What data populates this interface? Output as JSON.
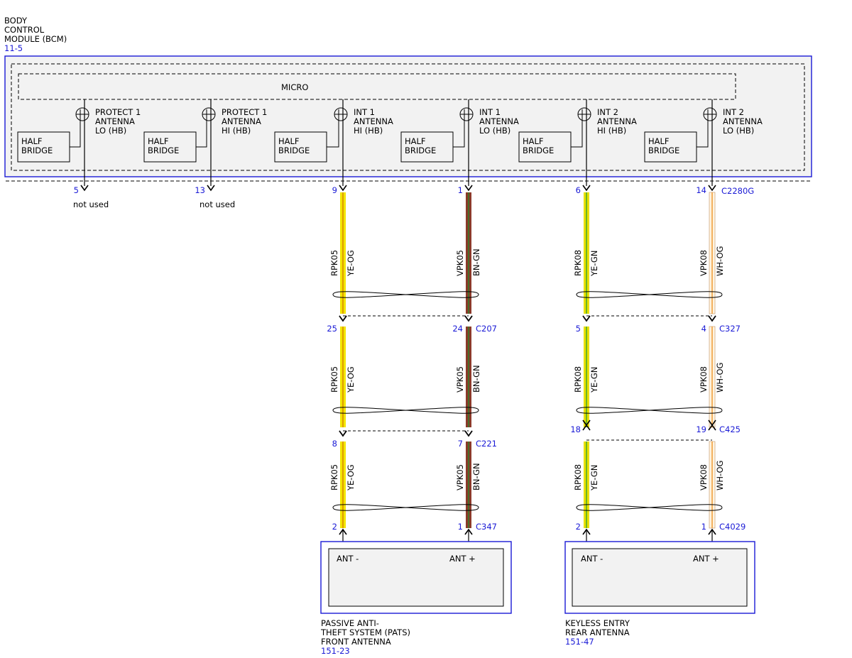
{
  "colors": {
    "blue": "#1a1ad6",
    "ye_og_main": "#f3e500",
    "ye_og_stripe": "#d98c00",
    "bn_gn_main": "#8b3a2a",
    "bn_gn_stripe": "#3a7a2a",
    "ye_gn_main": "#e8e000",
    "ye_gn_stripe": "#4caa2a",
    "wh_og_main": "#fff4e0",
    "wh_og_stripe": "#f0a040",
    "module_fill": "#f2f2f2"
  },
  "bcm": {
    "title_lines": [
      "BODY",
      "CONTROL",
      "MODULE (BCM)"
    ],
    "ref": "11-5",
    "micro_label": "MICRO",
    "half_bridge_lines": [
      "HALF",
      "BRIDGE"
    ],
    "circuits": [
      {
        "lines": [
          "PROTECT 1",
          "ANTENNA",
          "LO (HB)"
        ],
        "pin": "5",
        "note": "not used"
      },
      {
        "lines": [
          "PROTECT 1",
          "ANTENNA",
          "HI (HB)"
        ],
        "pin": "13",
        "note": "not used"
      },
      {
        "lines": [
          "INT 1",
          "ANTENNA",
          "HI (HB)"
        ],
        "pin": "9"
      },
      {
        "lines": [
          "INT 1",
          "ANTENNA",
          "LO (HB)"
        ],
        "pin": "1"
      },
      {
        "lines": [
          "INT 2",
          "ANTENNA",
          "HI (HB)"
        ],
        "pin": "6"
      },
      {
        "lines": [
          "INT 2",
          "ANTENNA",
          "LO (HB)"
        ],
        "pin": "14"
      }
    ],
    "connector": "C2280G"
  },
  "left_harness": {
    "wires": [
      {
        "circuit": "RPK05",
        "color": "YE-OG"
      },
      {
        "circuit": "VPK05",
        "color": "BN-GN"
      }
    ],
    "junctions": [
      {
        "pins": [
          "25",
          "24"
        ],
        "connector": "C207"
      },
      {
        "pins": [
          "8",
          "7"
        ],
        "connector": "C221"
      },
      {
        "pins": [
          "2",
          "1"
        ],
        "connector": "C347"
      }
    ]
  },
  "right_harness": {
    "wires": [
      {
        "circuit": "RPK08",
        "color": "YE-GN"
      },
      {
        "circuit": "VPK08",
        "color": "WH-OG"
      }
    ],
    "junctions": [
      {
        "pins": [
          "5",
          "4"
        ],
        "connector": "C327"
      },
      {
        "pins": [
          "18",
          "19"
        ],
        "connector": "C425"
      },
      {
        "pins": [
          "2",
          "1"
        ],
        "connector": "C4029"
      }
    ]
  },
  "pats": {
    "title_lines": [
      "PASSIVE ANTI-",
      "THEFT SYSTEM (PATS)",
      "FRONT ANTENNA"
    ],
    "ref": "151-23",
    "ant_minus": "ANT -",
    "ant_plus": "ANT +"
  },
  "keyless": {
    "title_lines": [
      "KEYLESS ENTRY",
      "REAR ANTENNA"
    ],
    "ref": "151-47",
    "ant_minus": "ANT -",
    "ant_plus": "ANT +"
  }
}
